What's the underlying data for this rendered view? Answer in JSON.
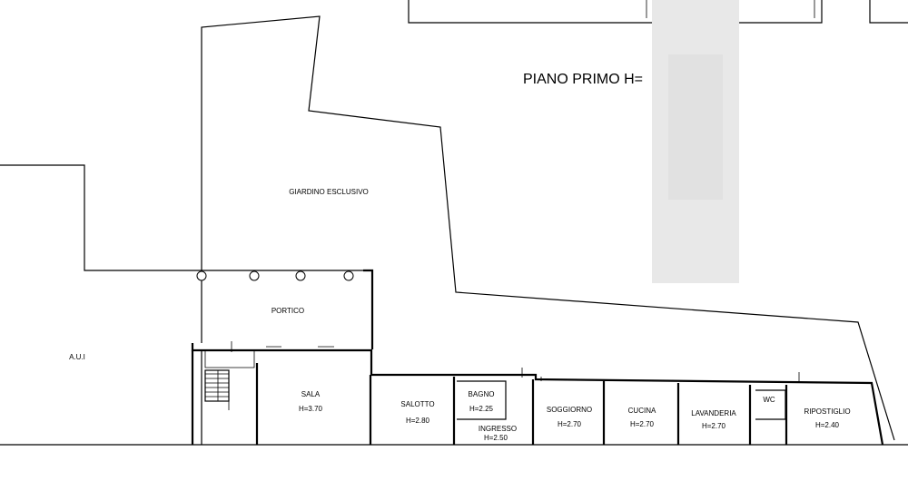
{
  "header": {
    "floor_title": "PIANO PRIMO H="
  },
  "areas": {
    "garden": "GIARDINO ESCLUSIVO",
    "portico": "PORTICO",
    "aui": "A.U.I"
  },
  "rooms": {
    "sala": {
      "name": "SALA",
      "height": "H=3.70"
    },
    "salotto": {
      "name": "SALOTTO",
      "height": "H=2.80"
    },
    "bagno": {
      "name": "BAGNO",
      "height": "H=2.25"
    },
    "ingresso": {
      "name": "INGRESSO",
      "height": "H=2.50"
    },
    "soggiorno": {
      "name": "SOGGIORNO",
      "height": "H=2.70"
    },
    "cucina": {
      "name": "CUCINA",
      "height": "H=2.70"
    },
    "lavanderia": {
      "name": "LAVANDERIA",
      "height": "H=2.70"
    },
    "wc": {
      "name": "WC"
    },
    "ripostiglio": {
      "name": "RIPOSTIGLIO",
      "height": "H=2.40"
    }
  },
  "colors": {
    "line": "#000000",
    "background": "#ffffff",
    "redaction": "#e6e6e6"
  }
}
